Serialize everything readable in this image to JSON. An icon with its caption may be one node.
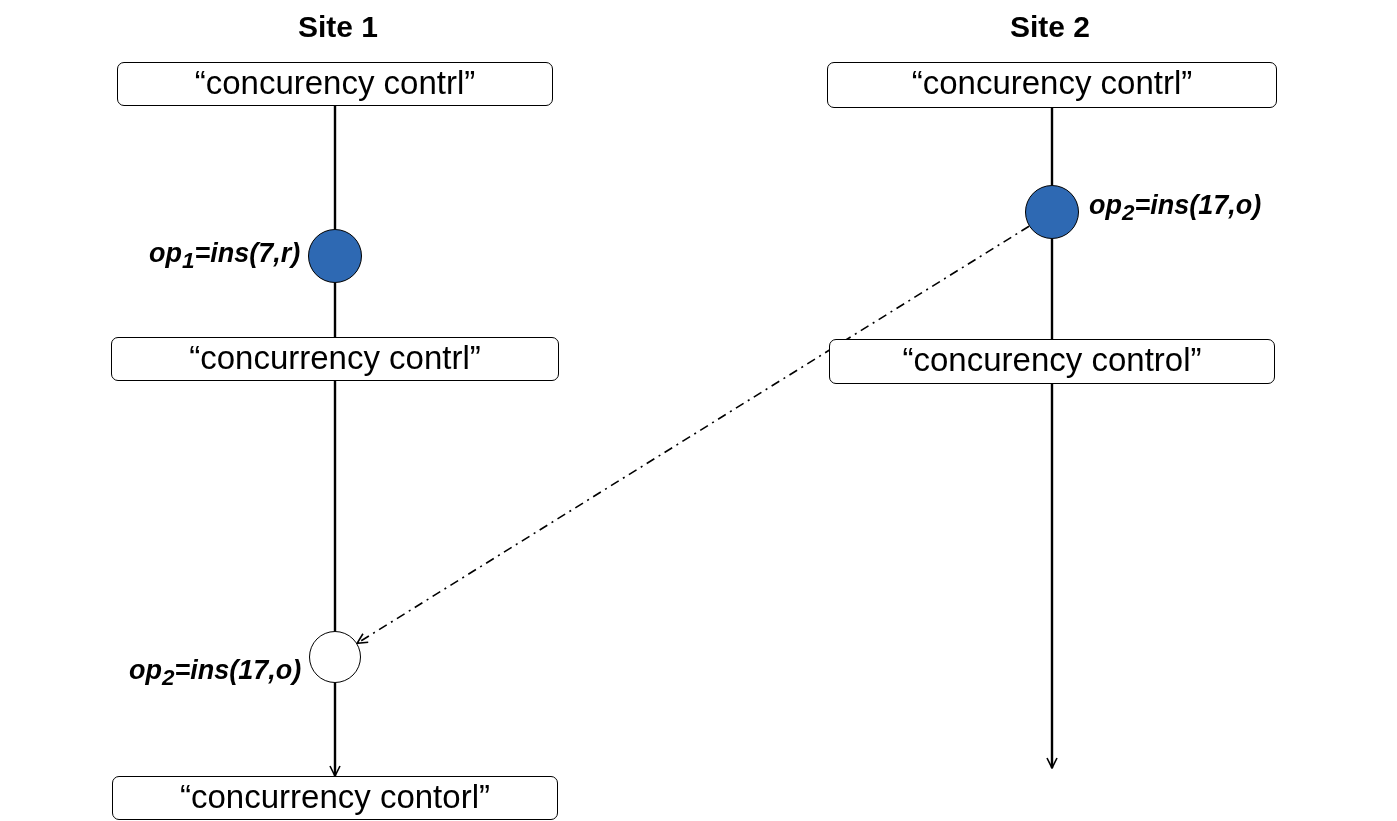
{
  "diagram": {
    "nodes": [
      {
        "text": [
          "“concurency contrl”"
        ]
      },
      {
        "text": [],
        "shape": "circle",
        "beside": [
          "op$_{1}$=ins(7,r)"
        ]
      },
      {
        "text": [
          "“concurrency contrl”"
        ]
      },
      {
        "text": [],
        "shape": "circle",
        "beside": [
          "op$_{2}$=ins(17,o)"
        ]
      },
      {
        "text": [
          "“concurrency contorl”"
        ]
      },
      {
        "text": [
          "“concurency contrl”"
        ]
      },
      {
        "text": [],
        "shape": "circle",
        "beside": [
          "op$_{2}$=ins(17,o)"
        ]
      },
      {
        "text": [
          "“concurency control”"
        ]
      }
    ],
    "edges": [
      {
        "from": 0,
        "to": 1,
        "arrow": "none"
      },
      {
        "from": 1,
        "to": 2,
        "arrow": "none"
      },
      {
        "from": 2,
        "to": 3,
        "arrow": "none"
      },
      {
        "from": 3,
        "to": 4,
        "arrow": "to"
      },
      {
        "from": 5,
        "to": 6,
        "arrow": "none"
      },
      {
        "from": 6,
        "to": 7,
        "arrow": "none"
      },
      {
        "from": 7,
        "to": null,
        "arrow": "to"
      },
      {
        "from": 6,
        "to": 3,
        "arrow": "to",
        "style": "dashed"
      }
    ],
    "labels": [
      "Site 1",
      "Site 2"
    ]
  }
}
